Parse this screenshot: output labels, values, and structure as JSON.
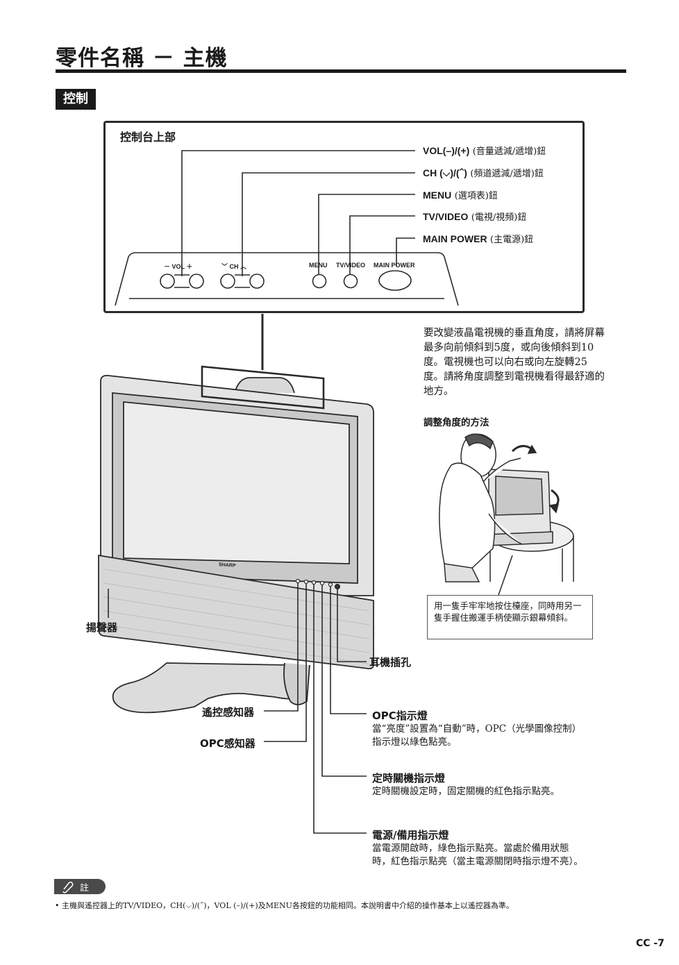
{
  "page_title": "零件名稱 － 主機",
  "section_label": "控制",
  "controls_box": {
    "title": "控制台上部",
    "callouts": [
      {
        "key": "VOL(–)/(+)",
        "desc": "(音量遞減/遞增)鈕"
      },
      {
        "key": "CH (⌵)/(⌃)",
        "desc": "(頻道遞減/遞增)鈕"
      },
      {
        "key": "MENU",
        "desc": "(選項表)鈕"
      },
      {
        "key": "TV/VIDEO",
        "desc": "(電視/視頻)鈕"
      },
      {
        "key": "MAIN POWER",
        "desc": "(主電源)鈕"
      }
    ],
    "panel_labels": {
      "vol": "－ VOL ＋",
      "ch": "﹀ CH ︿",
      "menu": "MENU",
      "tvvideo": "TV/VIDEO",
      "mainpower": "MAIN POWER"
    }
  },
  "tilt_text": "要改變液晶電視機的垂直角度，請將屏幕最多向前傾斜到5度，或向後傾斜到10度。電視機也可以向右或向左旋轉25度。請將角度調整到電視機看得最舒適的地方。",
  "adjust_heading": "調整角度的方法",
  "hold_note": "用一隻手牢牢地按住檯座，同時用另一隻手握住搬運手柄使顯示銀幕傾斜。",
  "brand": "SHARP",
  "parts": {
    "speaker": "揚聲器",
    "headphone": "耳機插孔",
    "remote_sensor": "遙控感知器",
    "opc_sensor": "OPC感知器"
  },
  "indicators": [
    {
      "title": "OPC指示燈",
      "desc": "當“亮度”設置為“自動”時，OPC（光學圖像控制）指示燈以綠色點亮。"
    },
    {
      "title": "定時關機指示燈",
      "desc": "定時關機設定時，固定關機的紅色指示點亮。"
    },
    {
      "title": "電源/備用指示燈",
      "desc": "當電源開啟時，綠色指示點亮。當處於備用狀態時，紅色指示點亮（當主電源關閉時指示燈不亮）。"
    }
  ],
  "note": {
    "label": "註",
    "text": "主機與遙控器上的TV/VIDEO，CH(⌵)/(⌃)，VOL (–)/(+)及MENU各按鈕的功能相同。本說明書中介紹的操作基本上以遙控器為準。"
  },
  "page_number": "CC -7"
}
